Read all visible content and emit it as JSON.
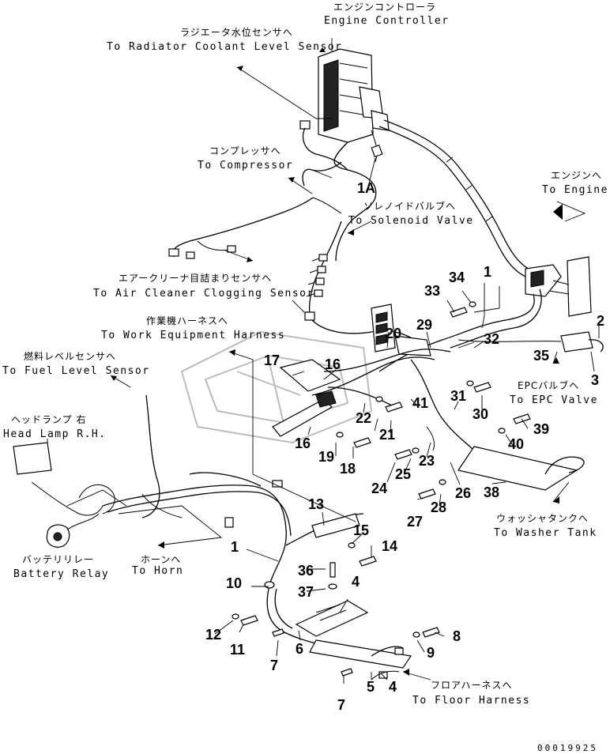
{
  "labels": {
    "engine_controller_jp": "エンジンコントローラ",
    "engine_controller_en": "Engine Controller",
    "radiator_jp": "ラジエータ水位センサへ",
    "radiator_en": "To Radiator Coolant Level Sensor",
    "compressor_jp": "コンプレッサへ",
    "compressor_en": "To Compressor",
    "solenoid_jp": "ソレノイドバルブへ",
    "solenoid_en": "To Solenoid Valve",
    "engine_jp": "エンジンへ",
    "engine_en": "To Engine",
    "air_cleaner_jp": "エアークリーナ目詰まりセンサへ",
    "air_cleaner_en": "To Air Cleaner Clogging Sensor",
    "work_equipment_jp": "作業機ハーネスへ",
    "work_equipment_en": "To Work Equipment Harness",
    "fuel_level_jp": "燃料レベルセンサへ",
    "fuel_level_en": "To Fuel Level Sensor",
    "head_lamp_jp": "ヘッドランプ 右",
    "head_lamp_en": "Head Lamp R.H.",
    "epc_jp": "EPCバルブへ",
    "epc_en": "To EPC Valve",
    "battery_relay_jp": "バッテリリレー",
    "battery_relay_en": "Battery Relay",
    "horn_jp": "ホーンへ",
    "horn_en": "To Horn",
    "washer_jp": "ウォッシャタンクへ",
    "washer_en": "To Washer Tank",
    "floor_jp": "フロアハーネスへ",
    "floor_en": "To Floor Harness"
  },
  "part_numbers": {
    "p1A": "1A",
    "p1_top": "1",
    "p1_left": "1",
    "p2": "2",
    "p3": "3",
    "p4_top": "4",
    "p4_bottom": "4",
    "p5": "5",
    "p6": "6",
    "p7_upper": "7",
    "p7_lower": "7",
    "p8": "8",
    "p9": "9",
    "p10": "10",
    "p11": "11",
    "p12": "12",
    "p13": "13",
    "p14": "14",
    "p15": "15",
    "p16_upper": "16",
    "p16_lower": "16",
    "p17": "17",
    "p18": "18",
    "p19": "19",
    "p20": "20",
    "p21": "21",
    "p22": "22",
    "p23": "23",
    "p24": "24",
    "p25": "25",
    "p26": "26",
    "p27": "27",
    "p28": "28",
    "p29": "29",
    "p30": "30",
    "p31": "31",
    "p32": "32",
    "p33": "33",
    "p34": "34",
    "p35": "35",
    "p36": "36",
    "p37": "37",
    "p38": "38",
    "p39": "39",
    "p40": "40",
    "p41": "41"
  },
  "drawing_code": "00019925"
}
